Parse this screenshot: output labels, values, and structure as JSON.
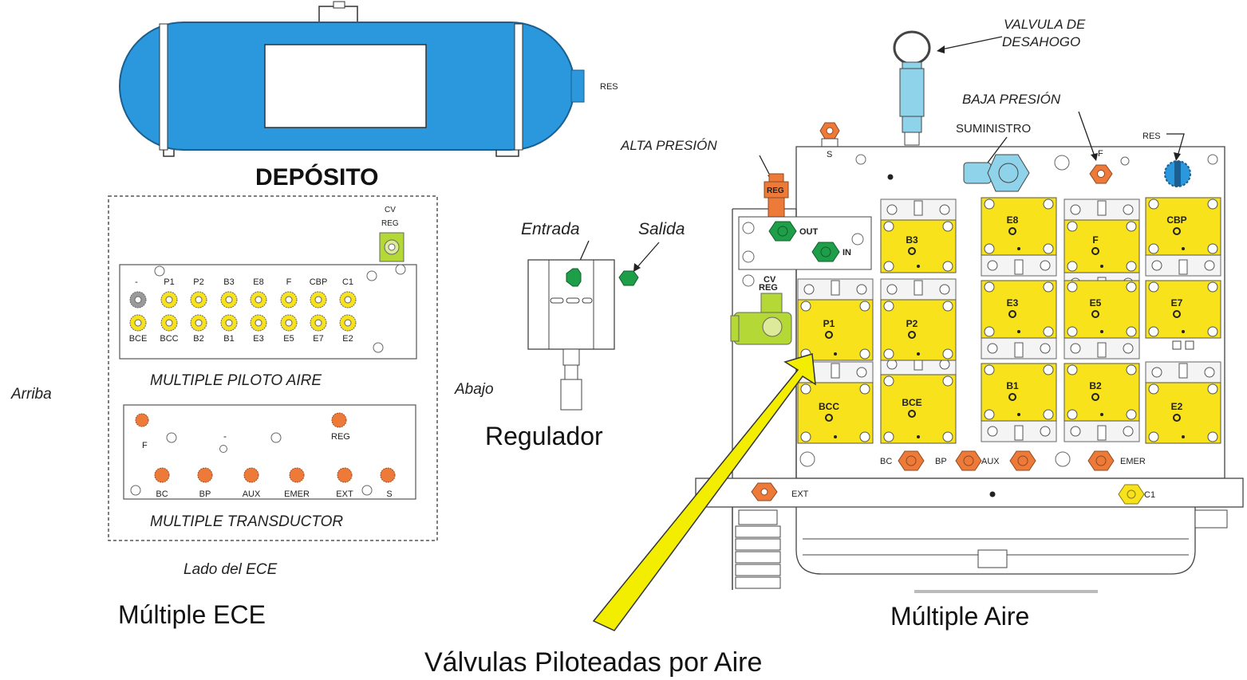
{
  "labels": {
    "deposito_title": "DEPÓSITO",
    "res_tank": "RES",
    "valvula_desahogo_1": "VALVULA DE",
    "valvula_desahogo_2": "DESAHOGO",
    "baja_presion": "BAJA PRESIÓN",
    "suministro": "SUMINISTRO",
    "alta_presion": "ALTA PRESIÓN",
    "res_air": "RES",
    "entrada": "Entrada",
    "salida": "Salida",
    "regulador": "Regulador",
    "arriba": "Arriba",
    "abajo": "Abajo",
    "multiple_piloto_aire": "MULTIPLE PILOTO AIRE",
    "multiple_transductor": "MULTIPLE TRANSDUCTOR",
    "lado_del_ece": "Lado del ECE",
    "multiple_ece": "Múltiple ECE",
    "multiple_aire": "Múltiple Aire",
    "valvulas_piloteadas": "Válvulas Piloteadas por Aire",
    "cv_1": "CV",
    "reg_1": "REG",
    "cv_2": "CV",
    "reg_2": "REG",
    "reg_alta": "REG",
    "out": "OUT",
    "in": "IN",
    "s_port": "S",
    "f_port": "F",
    "bc": "BC",
    "bp": "BP",
    "aux": "AUX",
    "emer": "EMER",
    "ext": "EXT",
    "c1": "C1"
  },
  "pilot_top_labels": [
    "-",
    "P1",
    "P2",
    "B3",
    "E8",
    "F",
    "CBP",
    "C1"
  ],
  "pilot_bottom_labels": [
    "BCE",
    "BCC",
    "B2",
    "B1",
    "E3",
    "E5",
    "E7",
    "E2"
  ],
  "transducer": {
    "f": "F",
    "dash": "-",
    "reg": "REG",
    "bottom": [
      "BC",
      "BP",
      "AUX",
      "EMER",
      "EXT",
      "S"
    ]
  },
  "valves": {
    "p1": "P1",
    "p2": "P2",
    "b3": "B3",
    "bcc": "BCC",
    "bce": "BCE",
    "e8": "E8",
    "f": "F",
    "cbp": "CBP",
    "e3": "E3",
    "e5": "E5",
    "e7": "E7",
    "b1": "B1",
    "b2": "B2",
    "e2": "E2"
  },
  "colors": {
    "tank_blue": "#2b97dc",
    "valve_yellow": "#f7e21c",
    "port_orange": "#ee7a3a",
    "port_green": "#1f9e4a",
    "regulator_lime": "#b4d936",
    "relief_blue": "#8fd3ea",
    "arrow_yellow": "#f3ee00"
  }
}
